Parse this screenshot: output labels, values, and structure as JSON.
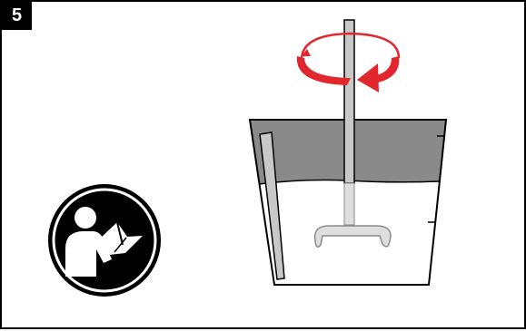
{
  "step": {
    "number": "5"
  },
  "icons": {
    "manual": "read-manual-icon",
    "rotation": "rotate-clockwise-arrow-icon",
    "bucket": "mixing-bucket",
    "paddle": "mixing-paddle",
    "gauge": "measuring-stick"
  },
  "colors": {
    "frame": "#000000",
    "arrow": "#e1262d",
    "bucket_upper": "#8a8a8a",
    "liquid": "#ffffff",
    "paddle": "#c8c8c8"
  }
}
